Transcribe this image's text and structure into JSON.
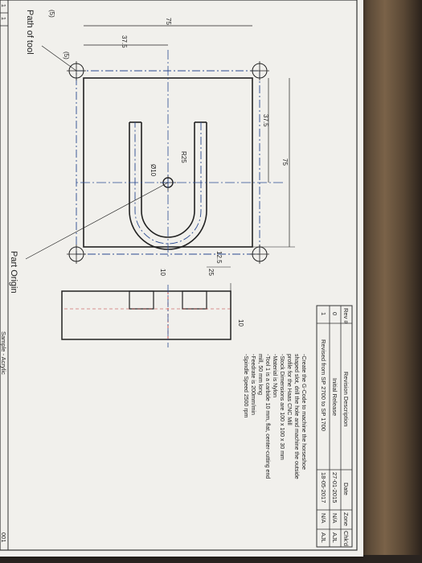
{
  "revision_table": {
    "headers": [
      "Rev #",
      "Revision Description",
      "Date",
      "Zone",
      "Chk'd"
    ],
    "rows": [
      [
        "0",
        "Initial Release",
        "27-01-2015",
        "N/A",
        "AJL"
      ],
      [
        "1",
        "Revised from SP 2700 to SP 1700",
        "18-05-2017",
        "N/A",
        "AJL"
      ]
    ]
  },
  "notes": [
    "-Create the G-Code to machine the horseshoe",
    "shaped slot, drill the hole and machine the outside",
    "profile for the Haas CNC Mill",
    "-Stock Dimensions are 100 x 100 x 30 mm",
    "-Material is Nylon",
    "-Tool 1 is a carbide 10 mm, flat, center-cutting end",
    "mill, 50 mm long",
    "-Feedrate is 200mm/min",
    "-Spindle Speed 2500 rpm"
  ],
  "dimensions": {
    "d75_top": "75",
    "d75_left": "75",
    "d37_5_top": "37.5",
    "d37_5_left": "37.5",
    "r25": "R25",
    "dia10": "Ø10",
    "d12_5": "12.5",
    "d10_side": "10",
    "d25_side": "25",
    "d10_side2": "10",
    "d5_a": "(5)",
    "d5_b": "(5)"
  },
  "labels": {
    "path_of_tool": "Path of tool",
    "part_origin": "Part Origin"
  },
  "title_block": {
    "name": "Sample - Acrylic",
    "number": "001",
    "cells": [
      "1",
      "1"
    ]
  }
}
